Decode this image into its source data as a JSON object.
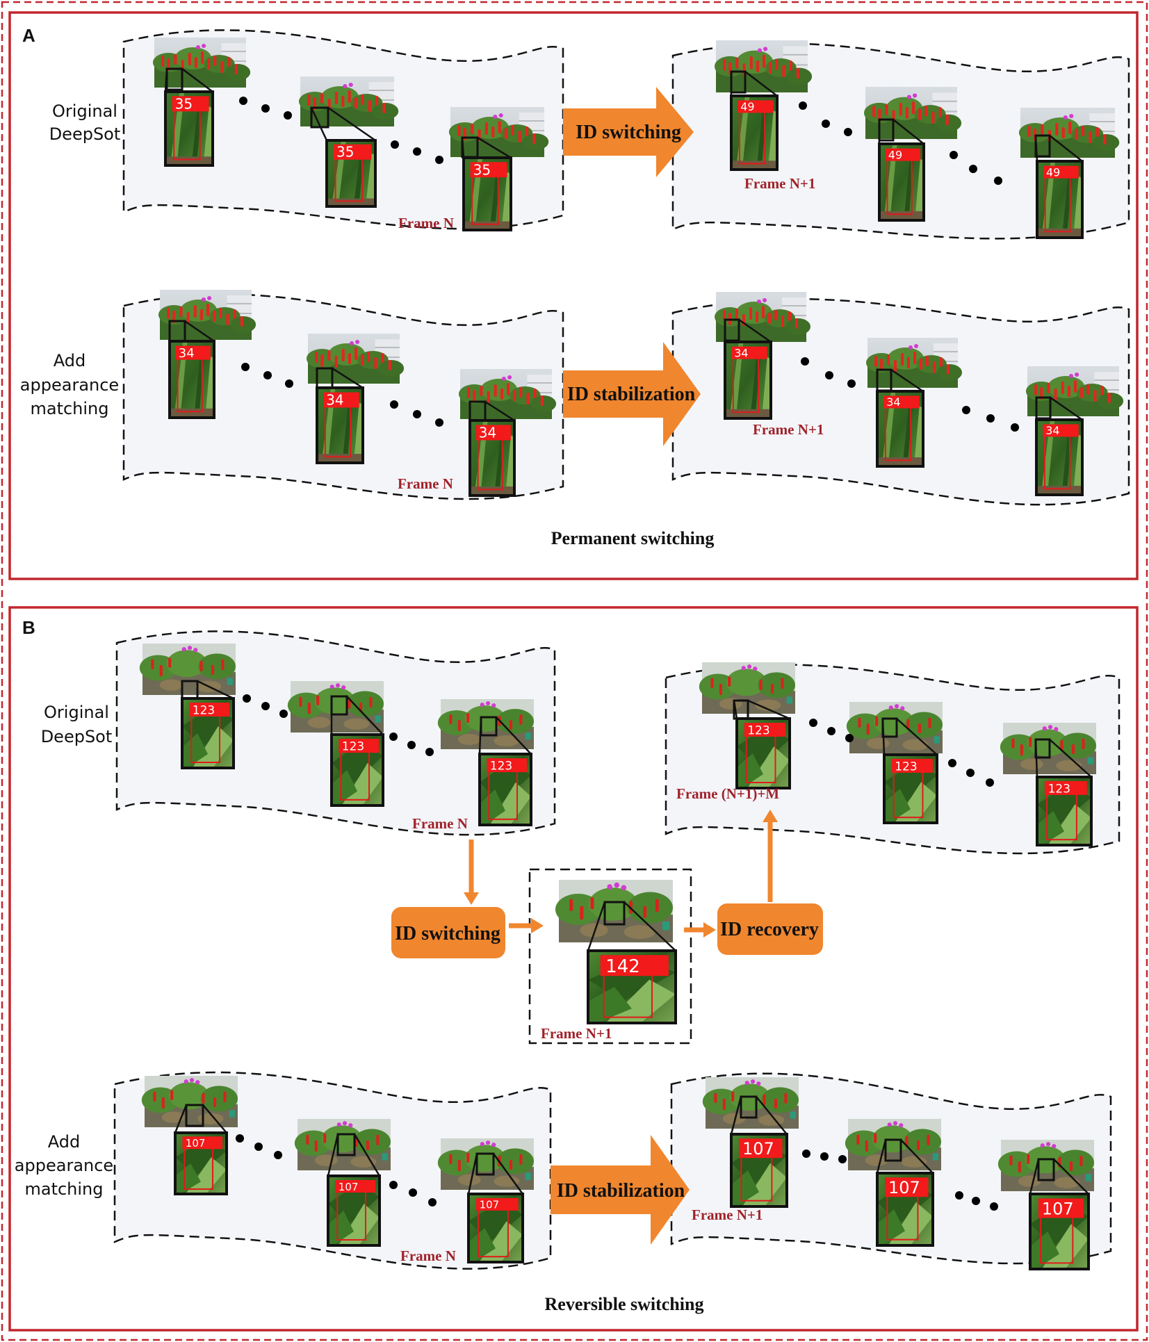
{
  "panelA": {
    "letter": "A",
    "row1_label": [
      "Original",
      "DeepSot"
    ],
    "row2_label": [
      "Add",
      "appearance",
      "matching"
    ],
    "row1_arrow": "ID switching",
    "row2_arrow": "ID stabilization",
    "row1_ids_left": [
      "35",
      "35",
      "35"
    ],
    "row1_ids_right": [
      "49",
      "49",
      "49"
    ],
    "row2_ids_left": [
      "34",
      "34",
      "34"
    ],
    "row2_ids_right": [
      "34",
      "34",
      "34"
    ],
    "frame_n": "Frame N",
    "frame_n1": "Frame N+1",
    "caption": "Permanent switching"
  },
  "panelB": {
    "letter": "B",
    "row1_label": [
      "Original",
      "DeepSot"
    ],
    "row2_label": [
      "Add",
      "appearance",
      "matching"
    ],
    "row1_ids_left": [
      "123",
      "123",
      "123"
    ],
    "row1_ids_right": [
      "123",
      "123",
      "123"
    ],
    "middle_id": "142",
    "row2_ids_left": [
      "107",
      "107",
      "107"
    ],
    "row2_ids_right": [
      "107",
      "107",
      "107"
    ],
    "switch_box": "ID switching",
    "recovery_box": "ID recovery",
    "row2_arrow": "ID stabilization",
    "frame_n": "Frame N",
    "frame_n1": "Frame N+1",
    "frame_n1m": "Frame (N+1)+M",
    "caption": "Reversible switching"
  },
  "colors": {
    "border": "#c1272d",
    "arrow": "#f0862e",
    "id_tag": "#f21a1a",
    "strip_fill": "#f3f5f8",
    "frame_label": "#a0222b"
  }
}
